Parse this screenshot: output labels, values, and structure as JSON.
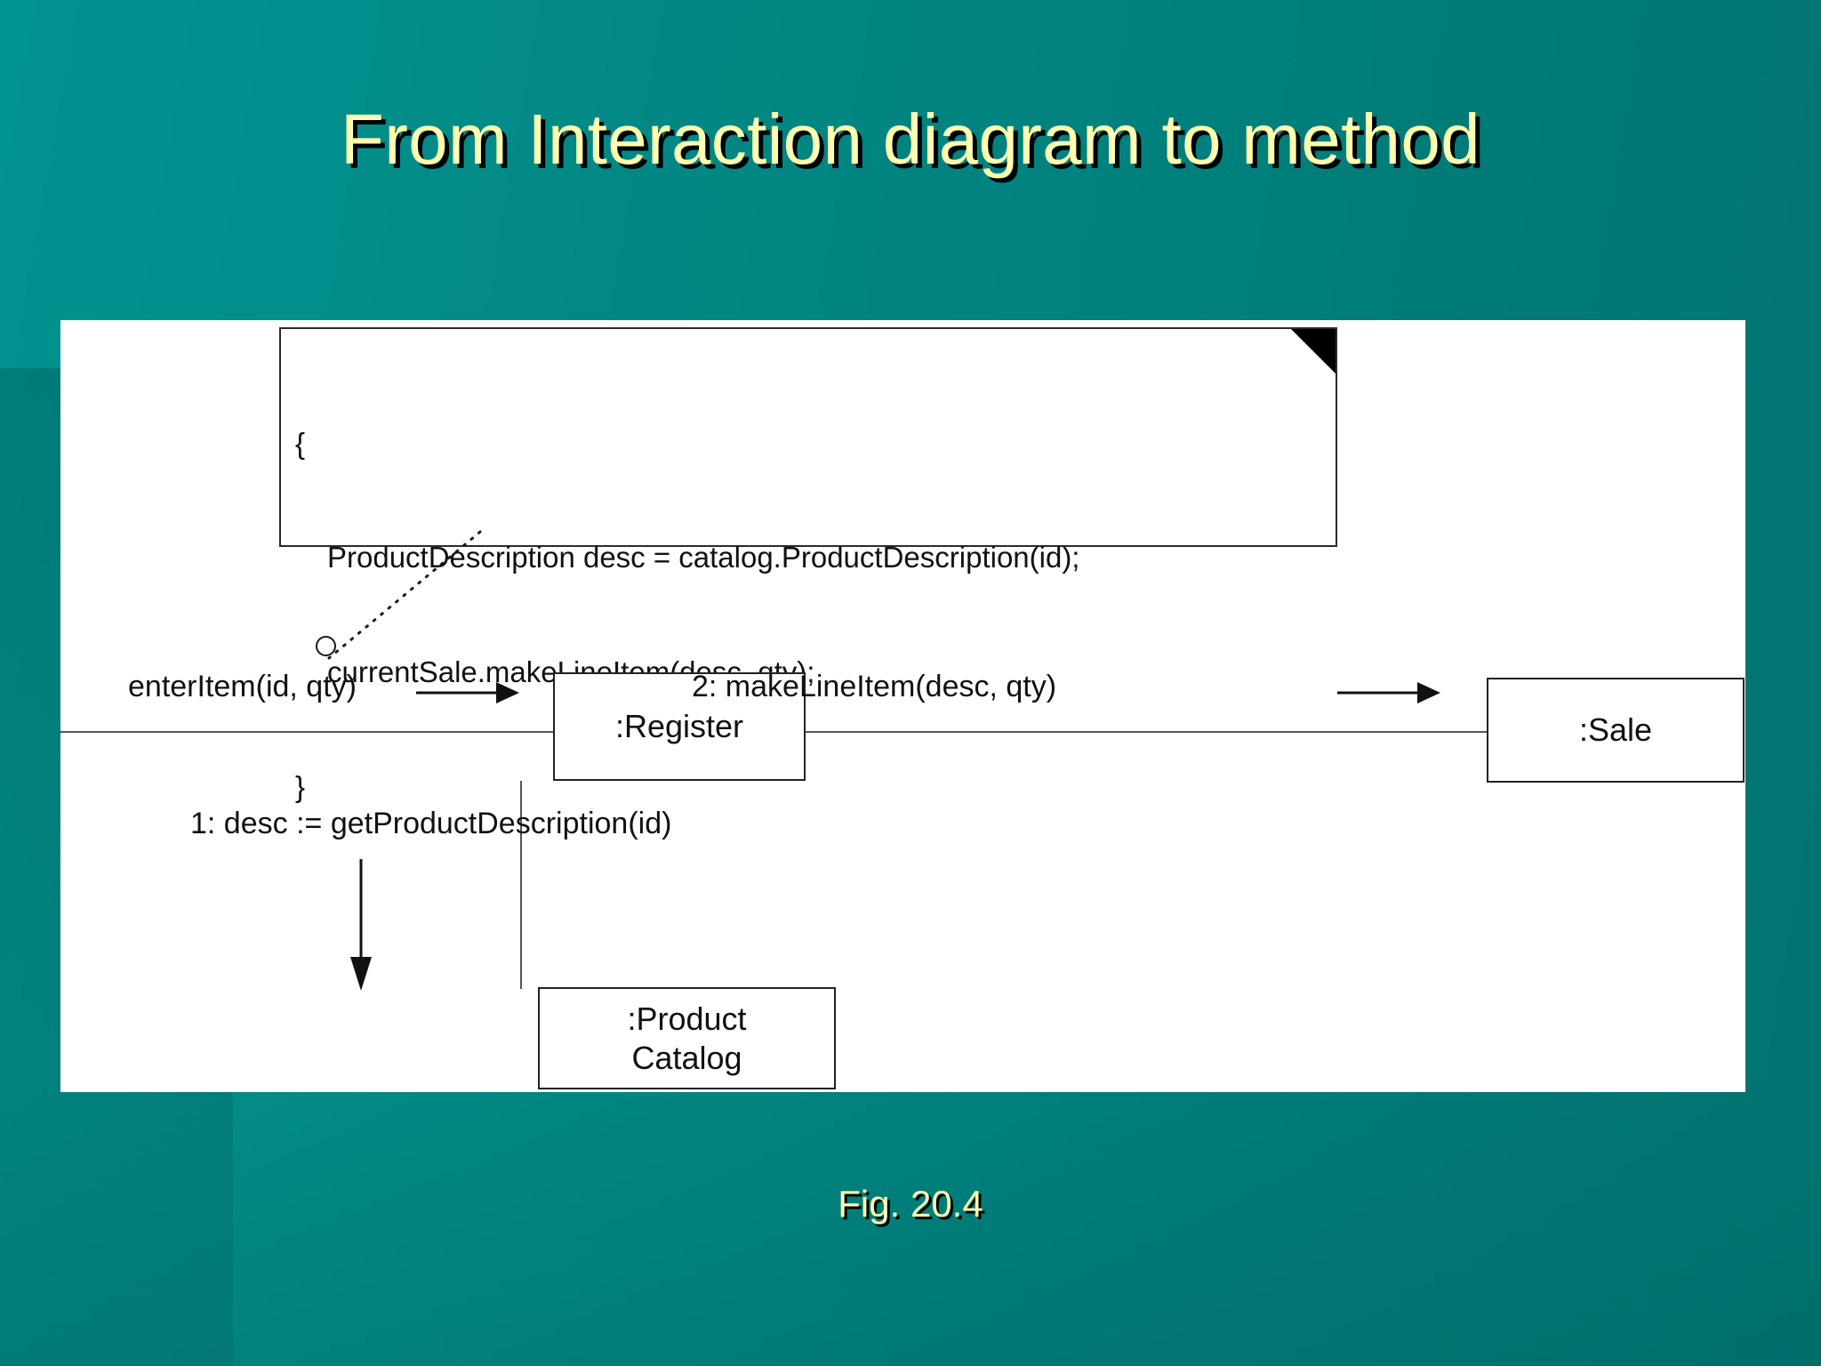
{
  "slide": {
    "title": "From Interaction diagram to method",
    "caption": "Fig. 20.4",
    "title_color": "#FFFFAD",
    "title_shadow_color": "#000000",
    "background_color": "#008A86",
    "panel_background": "#FFFFFF",
    "ink_color": "#111111"
  },
  "note": {
    "name": "method-body-note",
    "lines": [
      "{",
      "ProductDescription desc = catalog.ProductDescription(id);",
      "currentSale.makeLineItem(desc, qty);",
      "}"
    ],
    "line_open_brace": "{",
    "line_statement_1": "ProductDescription desc = catalog.ProductDescription(id);",
    "line_statement_2": "currentSale.makeLineItem(desc, qty);",
    "line_close_brace": "}"
  },
  "diagram": {
    "type": "uml-collaboration-diagram",
    "objects": [
      {
        "id": "register",
        "label": ":Register"
      },
      {
        "id": "sale",
        "label": ":Sale"
      },
      {
        "id": "product-catalog",
        "label": ":Product\nCatalog",
        "line1": ":Product",
        "line2": "Catalog"
      }
    ],
    "messages": [
      {
        "id": "enter-item",
        "label": "enterItem(id, qty)",
        "from": "actor",
        "to": "register",
        "direction": "right"
      },
      {
        "id": "make-line-item",
        "label": "2: makeLineItem(desc, qty)",
        "from": "register",
        "to": "sale",
        "direction": "right"
      },
      {
        "id": "get-product-description",
        "label": "1: desc := getProductDescription(id)",
        "from": "register",
        "to": "product-catalog",
        "direction": "down"
      }
    ],
    "object_register_label": ":Register",
    "object_sale_label": ":Sale",
    "object_catalog_line1": ":Product",
    "object_catalog_line2": "Catalog",
    "message_enter_item": "enterItem(id, qty)",
    "message_make_line_item": "2: makeLineItem(desc, qty)",
    "message_get_product_description": "1: desc := getProductDescription(id)"
  }
}
